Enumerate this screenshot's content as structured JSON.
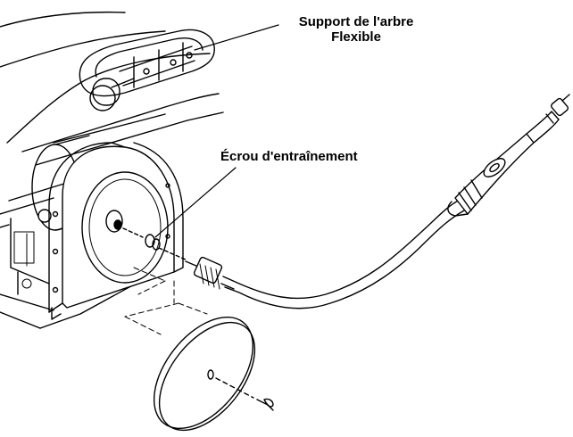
{
  "labels": {
    "support_line1": "Support de l'arbre",
    "support_line2": "Flexible",
    "ecrou": "Écrou d'entraînement"
  },
  "colors": {
    "ink": "#000000",
    "paper": "#ffffff",
    "shade": "#bfbfbf"
  }
}
